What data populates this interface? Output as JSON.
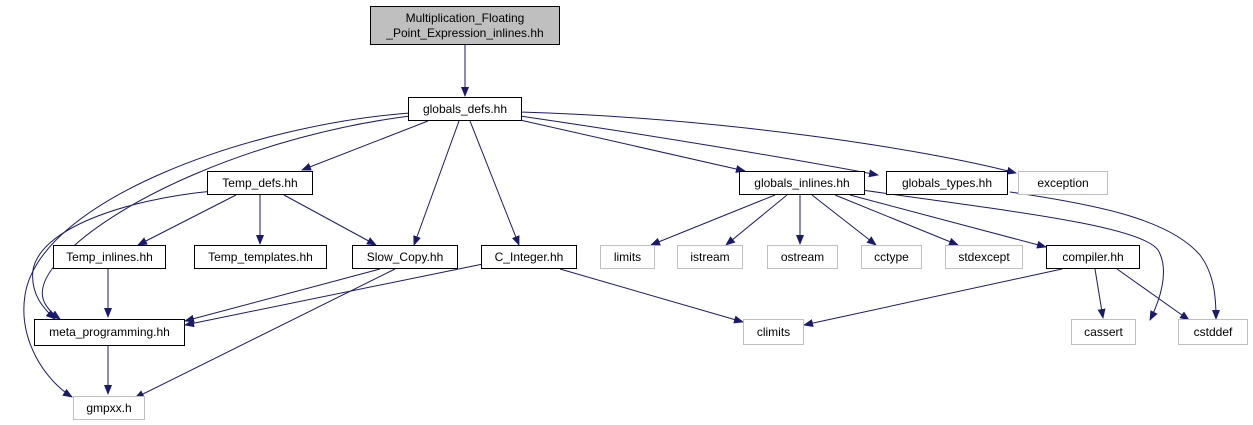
{
  "root": {
    "line1": "Multiplication_Floating",
    "line2": "_Point_Expression_inlines.hh"
  },
  "nodes": {
    "globals_defs": "globals_defs.hh",
    "temp_defs": "Temp_defs.hh",
    "globals_inlines": "globals_inlines.hh",
    "globals_types": "globals_types.hh",
    "exception": "exception",
    "temp_inlines": "Temp_inlines.hh",
    "temp_templates": "Temp_templates.hh",
    "slow_copy": "Slow_Copy.hh",
    "c_integer": "C_Integer.hh",
    "limits": "limits",
    "istream": "istream",
    "ostream": "ostream",
    "cctype": "cctype",
    "stdexcept": "stdexcept",
    "compiler": "compiler.hh",
    "meta_programming": "meta_programming.hh",
    "climits": "climits",
    "cassert": "cassert",
    "cstddef": "cstddef",
    "gmpxx": "gmpxx.h"
  },
  "colors": {
    "edge": "#191970",
    "root_fill": "#bfbfbf",
    "node_border": "#000000",
    "external_border": "#bfbfbf"
  }
}
